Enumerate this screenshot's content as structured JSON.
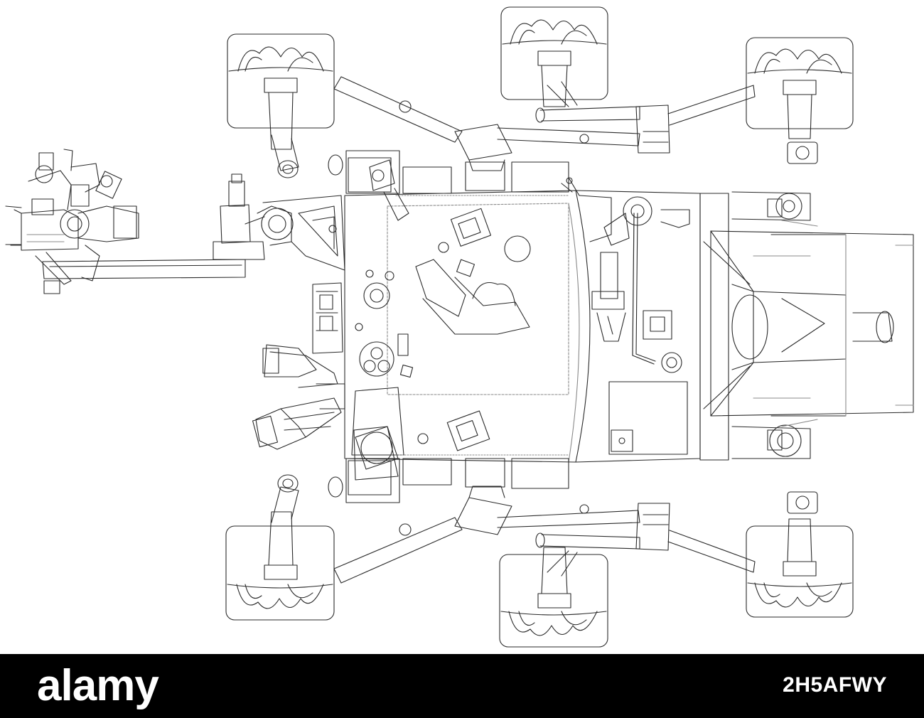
{
  "footer": {
    "logo_text": "alamy",
    "image_id": "2H5AFWY",
    "sub_text": "",
    "url_text": ""
  },
  "drawing": {
    "style": "wireframe",
    "stroke_color": "#2a2a2a",
    "light_stroke_color": "#8a8a8a",
    "background_color": "#ffffff",
    "components": [
      "rover-body",
      "robotic-arm",
      "wheels",
      "mast",
      "suspension-arms",
      "mmrtg-power-unit"
    ]
  }
}
